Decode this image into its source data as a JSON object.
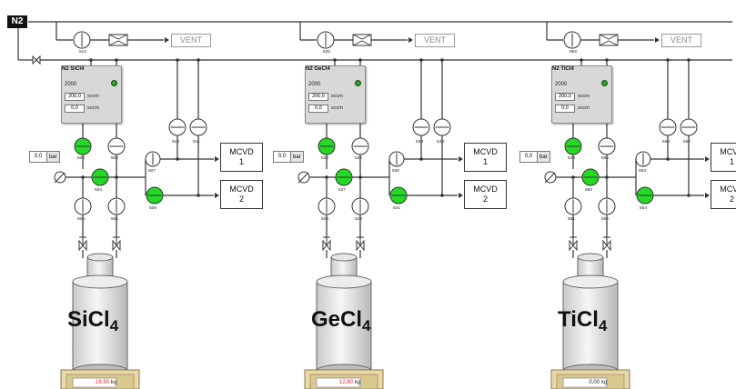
{
  "source_label": "N2",
  "vent_label": "VENT",
  "colors": {
    "valve_open": "#23d923",
    "valve_closed": "#ffffff",
    "line": "#333333",
    "scale_negative": "#e02020",
    "scale_zero": "#222222"
  },
  "icons": [
    "flow-meter-icon",
    "restrictor-icon",
    "check-valve-icon",
    "pressure-gauge-icon",
    "manual-valve-icon",
    "arrow-icon"
  ],
  "units": [
    {
      "controller": {
        "title": "N2 SiCl4",
        "setpoint": "2000",
        "value1": "200,0",
        "value2": "0,0",
        "unit": "sccm"
      },
      "pressure": {
        "value": "0,0",
        "unit": "bar"
      },
      "valve_labels": {
        "top": "512",
        "green_top": "503",
        "right_top": "502",
        "green_mid": "504",
        "bl": "505",
        "br": "501",
        "mcvd_v1": "507",
        "mcvd_v2": "508",
        "ml1": "510",
        "ml2": "511"
      },
      "valve_states": {
        "green_top": "open",
        "right_top": "closed",
        "green_mid": "open",
        "bl": "closed",
        "br": "closed",
        "mcvd_v1": "closed",
        "mcvd_v2": "open",
        "ml1": "closed",
        "ml2": "closed"
      },
      "mcvd": [
        {
          "name": "MCVD",
          "num": "1"
        },
        {
          "name": "MCVD",
          "num": "2"
        }
      ],
      "chemical": {
        "symbol": "SiCl",
        "sub": "4"
      },
      "scale": {
        "value": "-19,50",
        "unit": "kg"
      }
    },
    {
      "controller": {
        "title": "N2 GeCl4",
        "setpoint": "2000",
        "value1": "200,0",
        "value2": "0,0",
        "unit": "sccm"
      },
      "pressure": {
        "value": "0,0",
        "unit": "bar"
      },
      "valve_labels": {
        "top": "535",
        "green_top": "526",
        "right_top": "532",
        "green_mid": "527",
        "bl": "528",
        "br": "529",
        "mcvd_v1": "530",
        "mcvd_v2": "531",
        "ml1": "533",
        "ml2": "534"
      },
      "valve_states": {
        "green_top": "open",
        "right_top": "closed",
        "green_mid": "open",
        "bl": "closed",
        "br": "closed",
        "mcvd_v1": "closed",
        "mcvd_v2": "open",
        "ml1": "closed",
        "ml2": "closed"
      },
      "mcvd": [
        {
          "name": "MCVD",
          "num": "1"
        },
        {
          "name": "MCVD",
          "num": "2"
        }
      ],
      "chemical": {
        "symbol": "GeCl",
        "sub": "4"
      },
      "scale": {
        "value": "12,80",
        "unit": "kg"
      }
    },
    {
      "controller": {
        "title": "N2 TiCl4",
        "setpoint": "2000",
        "value1": "200,0",
        "value2": "0,0",
        "unit": "sccm"
      },
      "pressure": {
        "value": "0,0",
        "unit": "bar"
      },
      "valve_labels": {
        "top": "558",
        "green_top": "548",
        "right_top": "555",
        "green_mid": "550",
        "bl": "551",
        "br": "552",
        "mcvd_v1": "553",
        "mcvd_v2": "554",
        "ml1": "556",
        "ml2": "557"
      },
      "valve_states": {
        "green_top": "open",
        "right_top": "closed",
        "green_mid": "open",
        "bl": "closed",
        "br": "closed",
        "mcvd_v1": "closed",
        "mcvd_v2": "open",
        "ml1": "closed",
        "ml2": "closed"
      },
      "mcvd": [
        {
          "name": "MCVD",
          "num": "1"
        },
        {
          "name": "MCVD",
          "num": "2"
        }
      ],
      "chemical": {
        "symbol": "TiCl",
        "sub": "4"
      },
      "scale": {
        "value": "0,00",
        "unit": "kg"
      }
    }
  ]
}
